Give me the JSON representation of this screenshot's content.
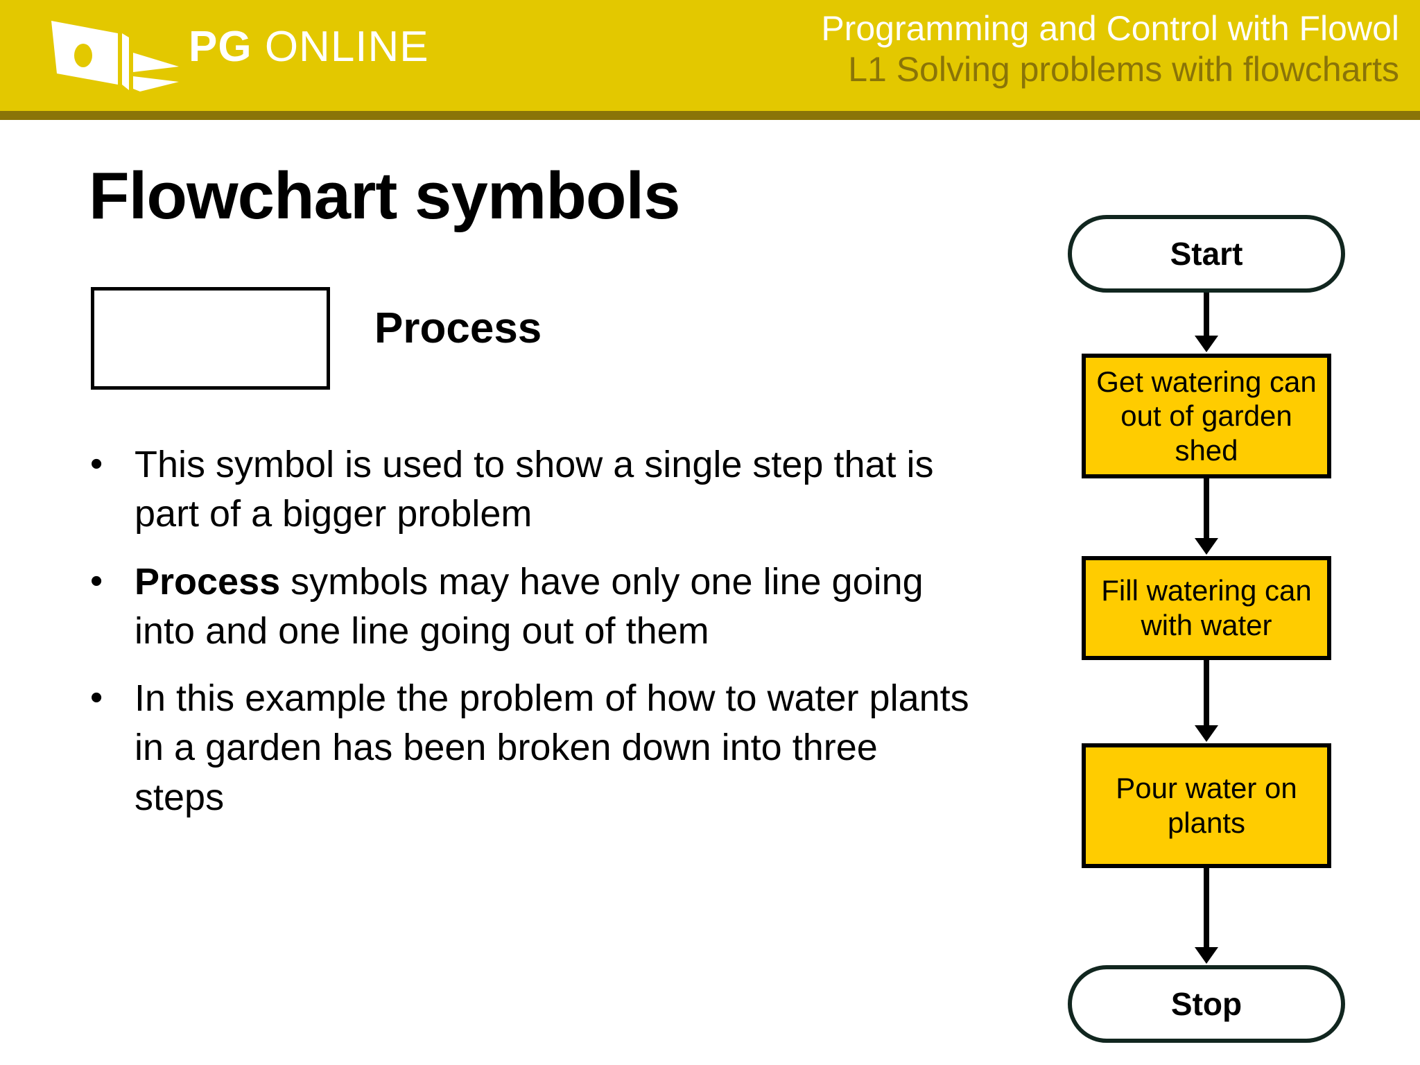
{
  "header": {
    "logo": {
      "icon": "pg-online-laptop-book-icon",
      "text_primary": "PG",
      "text_secondary": "ONLINE"
    },
    "title": "Programming and Control with Flowol",
    "subtitle": "L1 Solving problems with flowcharts",
    "colors": {
      "band": "#e3c800",
      "rule": "#8a7408",
      "title_text": "#ffffff",
      "subtitle_text": "#8a7408"
    }
  },
  "slide": {
    "title": "Flowchart symbols",
    "symbol_legend": {
      "shape": "rectangle",
      "label": "Process"
    },
    "bullets": [
      {
        "marker": "•",
        "lead_bold": "",
        "text": "This symbol is used to show a single step that is part of a bigger problem"
      },
      {
        "marker": "•",
        "lead_bold": "Process",
        "text": " symbols may have only one line going into and one line going out of them"
      },
      {
        "marker": "•",
        "lead_bold": "",
        "text": "In this example the problem of how to water plants in a garden has been broken down into three steps"
      }
    ]
  },
  "flowchart": {
    "colors": {
      "process_fill": "#ffcc00",
      "process_stroke": "#000000",
      "terminator_stroke": "#11261f",
      "terminator_fill": "#ffffff",
      "connector": "#000000"
    },
    "nodes": [
      {
        "id": "start",
        "type": "terminator",
        "label": "Start"
      },
      {
        "id": "proc1",
        "type": "process",
        "label": "Get watering can out of garden shed"
      },
      {
        "id": "proc2",
        "type": "process",
        "label": "Fill watering can with water"
      },
      {
        "id": "proc3",
        "type": "process",
        "label": "Pour water on plants"
      },
      {
        "id": "stop",
        "type": "terminator",
        "label": "Stop"
      }
    ],
    "edges": [
      {
        "from": "start",
        "to": "proc1",
        "arrow": "down"
      },
      {
        "from": "proc1",
        "to": "proc2",
        "arrow": "down"
      },
      {
        "from": "proc2",
        "to": "proc3",
        "arrow": "down"
      },
      {
        "from": "proc3",
        "to": "stop",
        "arrow": "down"
      }
    ]
  }
}
